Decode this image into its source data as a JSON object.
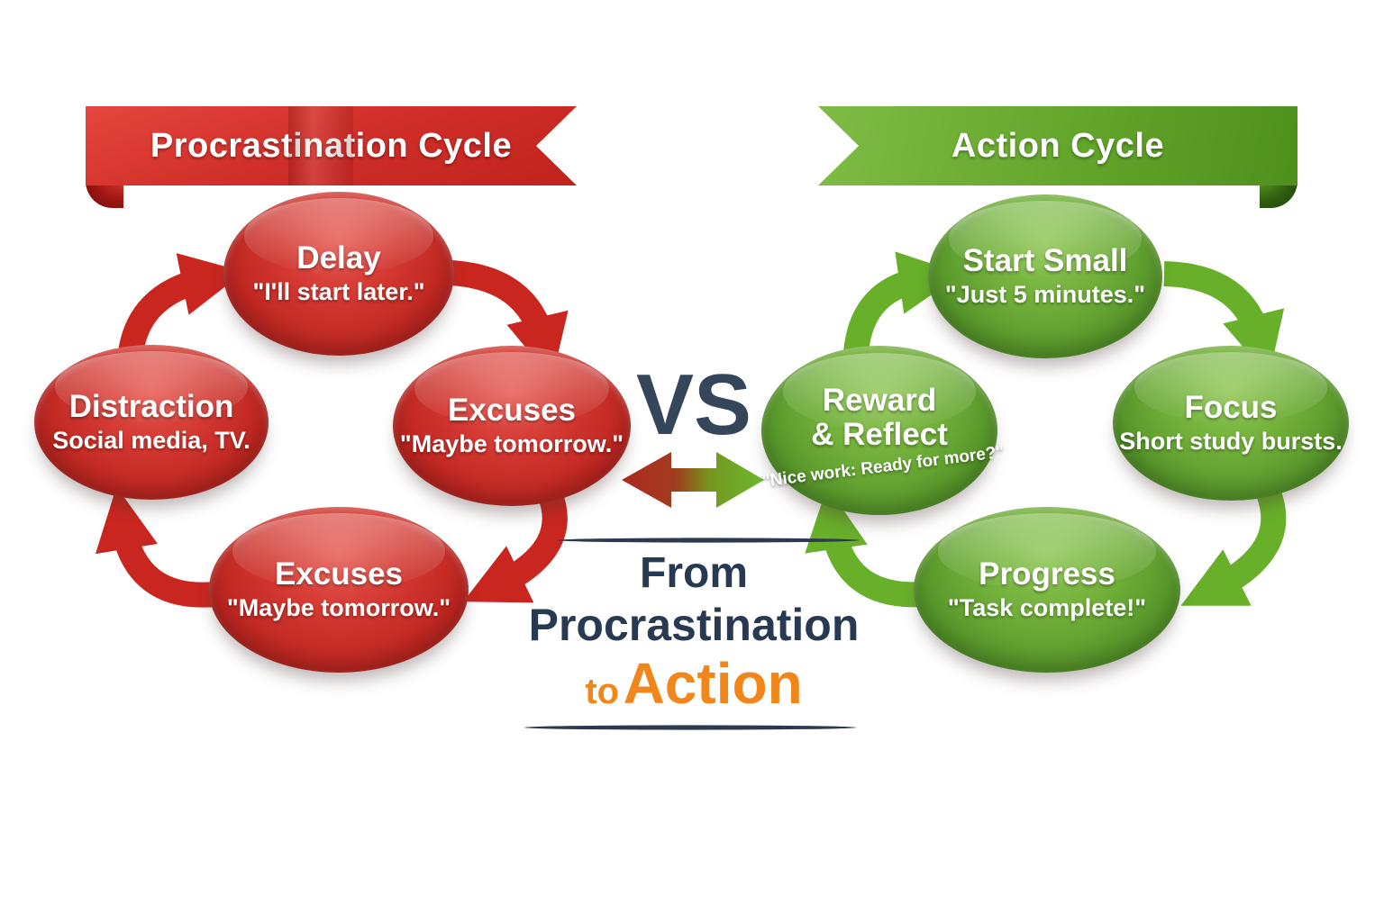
{
  "left_cycle": {
    "banner_label": "Procrastination Cycle",
    "color": "#cf2b24",
    "nodes": [
      {
        "title": "Delay",
        "subtitle": "\"I'll start later.\""
      },
      {
        "title": "Excuses",
        "subtitle": "\"Maybe tomorrow.\""
      },
      {
        "title": "Excuses",
        "subtitle": "\"Maybe tomorrow.\""
      },
      {
        "title": "Distraction",
        "subtitle": "Social media, TV."
      }
    ]
  },
  "right_cycle": {
    "banner_label": "Action Cycle",
    "color": "#5f9e27",
    "nodes": [
      {
        "title": "Start Small",
        "subtitle": "\"Just 5 minutes.\""
      },
      {
        "title": "Focus",
        "subtitle": "Short study bursts."
      },
      {
        "title": "Progress",
        "subtitle": "\"Task complete!\""
      },
      {
        "title": "Reward\n& Reflect",
        "subtitle": "\"Nice work: Ready for more?\""
      }
    ]
  },
  "center": {
    "vs_label": "VS",
    "caption_line1": "From",
    "caption_line2": "Procrastination",
    "caption_to": "to",
    "caption_action": "Action",
    "navy_color": "#273a52",
    "orange_color": "#f1861b"
  }
}
